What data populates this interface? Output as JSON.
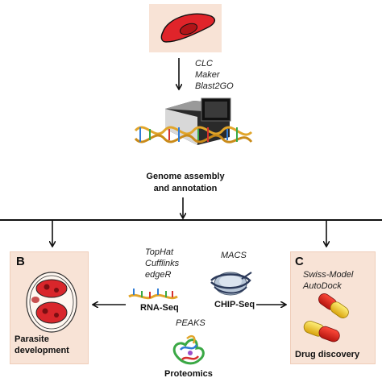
{
  "top_tools": [
    "CLC",
    "Maker",
    "Blast2GO"
  ],
  "assembly_label_line1": "Genome assembly",
  "assembly_label_line2": "and annotation",
  "panel_b": {
    "letter": "B",
    "label_line1": "Parasite",
    "label_line2": "development"
  },
  "panel_c": {
    "letter": "C",
    "tools": [
      "Swiss-Model",
      "AutoDock"
    ],
    "label": "Drug discovery"
  },
  "rnaseq": {
    "tools": [
      "TopHat",
      "Cufflinks",
      "edgeR"
    ],
    "label": "RNA-Seq"
  },
  "chipseq": {
    "tools": [
      "MACS"
    ],
    "label": "CHIP-Seq"
  },
  "proteomics": {
    "tools": [
      "PEAKS"
    ],
    "label": "Proteomics"
  },
  "colors": {
    "panel_bg": "#f8e3d6",
    "parasite_red": "#e0242a",
    "capsule_yellow": "#f2c21a"
  }
}
